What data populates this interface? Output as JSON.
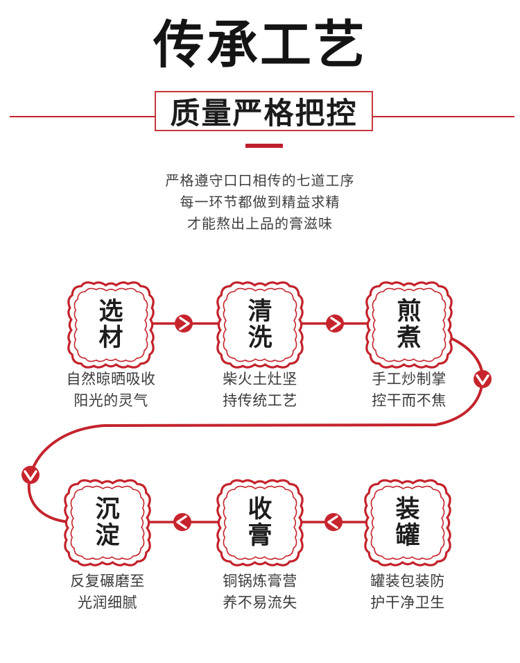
{
  "colors": {
    "accent_red": "#c4232c",
    "arrow_red": "#c7242d",
    "dash_red": "#be1f2b",
    "text_dark": "#1b1b1b",
    "text_body": "#3e3e3e"
  },
  "header": {
    "title": "传承工艺",
    "subtitle": "质量严格把控"
  },
  "intro": {
    "line1": "严格遵守口口相传的七道工序",
    "line2": "每一环节都做到精益求精",
    "line3": "才能熬出上品的膏滋味"
  },
  "process": {
    "steps": [
      {
        "label": "选材",
        "desc1": "自然晾晒吸收",
        "desc2": "阳光的灵气"
      },
      {
        "label": "清洗",
        "desc1": "柴火土灶坚",
        "desc2": "持传统工艺"
      },
      {
        "label": "煎煮",
        "desc1": "手工炒制掌",
        "desc2": "控干而不焦"
      },
      {
        "label": "沉淀",
        "desc1": "反复碾磨至",
        "desc2": "光润细腻"
      },
      {
        "label": "收膏",
        "desc1": "铜锅炼膏营",
        "desc2": "养不易流失"
      },
      {
        "label": "装罐",
        "desc1": "罐装包装防",
        "desc2": "护干净卫生"
      }
    ]
  }
}
